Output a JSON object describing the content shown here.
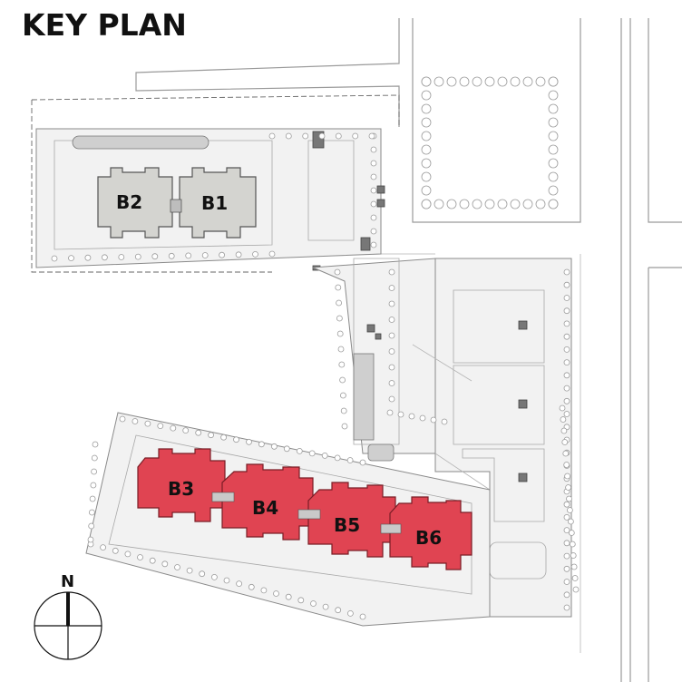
{
  "title": "KEY PLAN",
  "compass": {
    "label": "N"
  },
  "colors": {
    "highlight": "#e04452",
    "existing": "#d4d4d0"
  },
  "buildings": [
    {
      "id": "B1",
      "label": "B1",
      "highlighted": false
    },
    {
      "id": "B2",
      "label": "B2",
      "highlighted": false
    },
    {
      "id": "B3",
      "label": "B3",
      "highlighted": true
    },
    {
      "id": "B4",
      "label": "B4",
      "highlighted": true
    },
    {
      "id": "B5",
      "label": "B5",
      "highlighted": true
    },
    {
      "id": "B6",
      "label": "B6",
      "highlighted": true
    }
  ]
}
